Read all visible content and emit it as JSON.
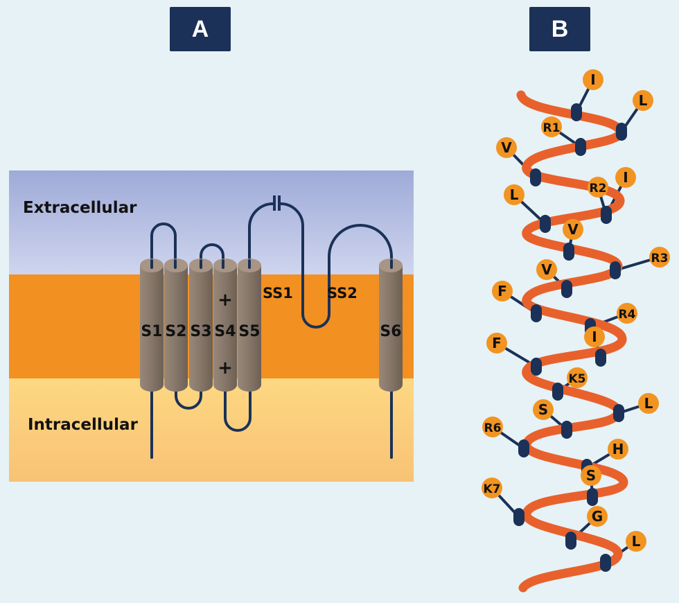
{
  "panels": {
    "a": {
      "label": "A"
    },
    "b": {
      "label": "B"
    }
  },
  "membrane": {
    "extracellular_label": "Extracellular",
    "intracellular_label": "Intracellular",
    "colors": {
      "extracellular_top": "#9eaad8",
      "extracellular_bottom": "#cfd5ee",
      "membrane": "#f29022",
      "intracellular_top": "#fdd883",
      "intracellular_bottom": "#f8c274"
    }
  },
  "segments": [
    {
      "id": "S1",
      "label": "S1"
    },
    {
      "id": "S2",
      "label": "S2"
    },
    {
      "id": "S3",
      "label": "S3"
    },
    {
      "id": "S4",
      "label": "S4",
      "charges": [
        "+",
        "+"
      ]
    },
    {
      "id": "S5",
      "label": "S5"
    },
    {
      "id": "S6",
      "label": "S6"
    }
  ],
  "pore_loop_labels": [
    "SS1",
    "SS2"
  ],
  "helix": {
    "residues": [
      {
        "label": "I"
      },
      {
        "label": "L"
      },
      {
        "label": "R1"
      },
      {
        "label": "V"
      },
      {
        "label": "R2"
      },
      {
        "label": "I"
      },
      {
        "label": "L"
      },
      {
        "label": "V"
      },
      {
        "label": "R3"
      },
      {
        "label": "V"
      },
      {
        "label": "F"
      },
      {
        "label": "R4"
      },
      {
        "label": "I"
      },
      {
        "label": "F"
      },
      {
        "label": "K5"
      },
      {
        "label": "L"
      },
      {
        "label": "S"
      },
      {
        "label": "R6"
      },
      {
        "label": "H"
      },
      {
        "label": "S"
      },
      {
        "label": "K7"
      },
      {
        "label": "G"
      },
      {
        "label": "L"
      }
    ],
    "colors": {
      "backbone": "#e8612c",
      "residue": "#f29422",
      "linker": "#1b3157"
    }
  },
  "colors": {
    "background": "#e6f2f5",
    "label_box": "#1b3157",
    "loop_line": "#1b3157",
    "cylinder": "#8f7f70"
  }
}
